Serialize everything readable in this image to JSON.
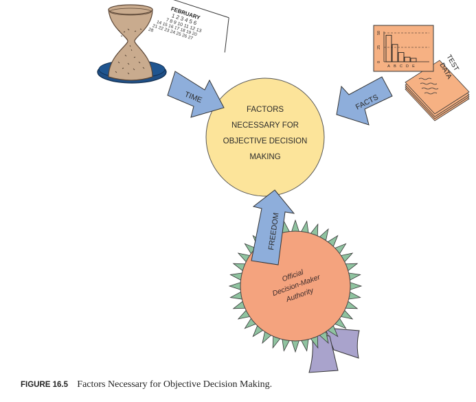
{
  "figure": {
    "number": "FIGURE 16.5",
    "title": "Factors Necessary for Objective Decision Making."
  },
  "center": {
    "lines": [
      "FACTORS",
      "NECESSARY FOR",
      "OBJECTIVE DECISION",
      "MAKING"
    ],
    "color": "#FCE49A"
  },
  "arrows": {
    "time": {
      "label": "TIME"
    },
    "facts": {
      "label": "FACTS"
    },
    "freedom": {
      "label": "FREEDOM"
    },
    "color": "#8EAEDB"
  },
  "seal": {
    "lines": [
      "Official",
      "Decision-Maker",
      "Authority"
    ],
    "color": "#F4A37E",
    "points_color": "#8FC3A0",
    "ribbon_color": "#A9A3CC"
  },
  "calendar": {
    "month": "FEBRUARY",
    "rows": [
      "1 2 3 4 5 6",
      "7 8 9 10 11 12 13",
      "14 15 16 17 18 19 20",
      "21 22 23 24 25 26 27",
      "28"
    ]
  },
  "hourglass": {
    "sand_color": "#C9AB8E",
    "base_color": "#1F4F86"
  },
  "mini_chart": {
    "y_ticks": [
      "0",
      "25",
      "50"
    ],
    "categories": [
      "A",
      "B",
      "C",
      "D",
      "E"
    ],
    "values": [
      46,
      30,
      16,
      8,
      6
    ],
    "ylim": [
      0,
      50
    ],
    "color": "#F6B183"
  },
  "test_data": {
    "label_line1": "TEST",
    "label_line2": "DATA"
  }
}
